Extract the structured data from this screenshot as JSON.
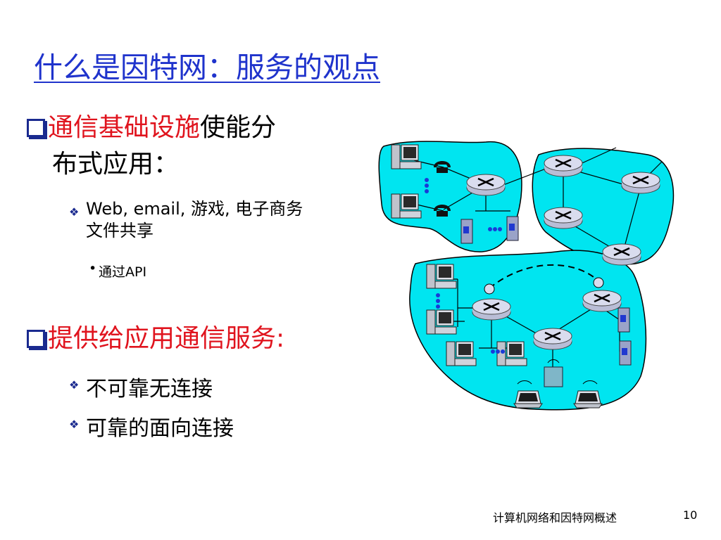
{
  "slide": {
    "title": "什么是因特网：服务的观点",
    "bullet1": {
      "red_part": "通信基础设施",
      "rest_line1": "使能分",
      "line2": "布式应用："
    },
    "sub1": {
      "text_line1": "Web, email, 游戏, 电子商务",
      "text_line2": "文件共享"
    },
    "subsub1": {
      "text": "通过API"
    },
    "bullet2": {
      "text": "提供给应用通信服务:"
    },
    "sub2": {
      "text": "不可靠无连接"
    },
    "sub3": {
      "text": "可靠的面向连接"
    },
    "footer": {
      "label": "计算机网络和因特网概述",
      "page": "10"
    }
  },
  "colors": {
    "title": "#1f33cc",
    "emphasis": "#e0141e",
    "network_fill": "#00e5f0",
    "bullet": "#1a2a8f"
  },
  "icons": [
    "square-bullet-icon",
    "diamond-bullet-icon",
    "router-icon",
    "server-icon",
    "desktop-icon",
    "laptop-icon",
    "phone-icon"
  ]
}
